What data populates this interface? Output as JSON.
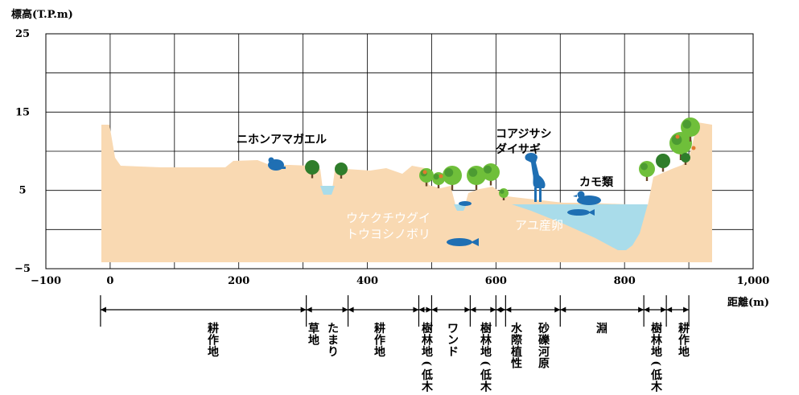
{
  "y_axis": {
    "label": "標高(T.P.m)",
    "ticks": [
      {
        "value": 25,
        "label": "25"
      },
      {
        "value": 15,
        "label": "15"
      },
      {
        "value": 5,
        "label": "5"
      },
      {
        "value": -5,
        "label": "−5"
      }
    ],
    "range": [
      -5,
      25
    ]
  },
  "x_axis": {
    "label": "距離(m)",
    "ticks": [
      {
        "value": -100,
        "label": "−100"
      },
      {
        "value": 0,
        "label": "0"
      },
      {
        "value": 200,
        "label": "200"
      },
      {
        "value": 400,
        "label": "400"
      },
      {
        "value": 600,
        "label": "600"
      },
      {
        "value": 800,
        "label": "800"
      },
      {
        "value": 1000,
        "label": "1,000"
      }
    ],
    "range": [
      -100,
      1000
    ]
  },
  "profile": {
    "ground_color": "#f9d9b2",
    "water_color": "#a9dcea",
    "section_boundaries_m": [
      -15,
      305,
      370,
      480,
      500,
      560,
      600,
      615,
      700,
      830,
      865,
      900
    ]
  },
  "species_labels": [
    {
      "text": "ニホンアマガエル",
      "style": "black"
    },
    {
      "text": "コアジサシ",
      "style": "black"
    },
    {
      "text": "ダイサギ",
      "style": "black"
    },
    {
      "text": "カモ類",
      "style": "black"
    },
    {
      "text": "ウケクチウグイ",
      "style": "white"
    },
    {
      "text": "トウヨシノボリ",
      "style": "white"
    },
    {
      "text": "アユ産卵",
      "style": "white"
    }
  ],
  "landuse": [
    {
      "text": "耕作地"
    },
    {
      "text": "草地"
    },
    {
      "text": "たまり"
    },
    {
      "text": "耕作地"
    },
    {
      "text": "樹林地(低木)"
    },
    {
      "text": "ワンド"
    },
    {
      "text": "樹林地(低木)"
    },
    {
      "text": "水際植性"
    },
    {
      "text": "砂礫河原"
    },
    {
      "text": "淵"
    },
    {
      "text": "樹林地(低木)"
    },
    {
      "text": "耕作地"
    }
  ],
  "colors": {
    "animal": "#1f6fb3",
    "tree_dark": "#2f7d2b",
    "tree_light": "#6fbf3a",
    "blossom": "#e07a2e",
    "grid": "#000000"
  }
}
